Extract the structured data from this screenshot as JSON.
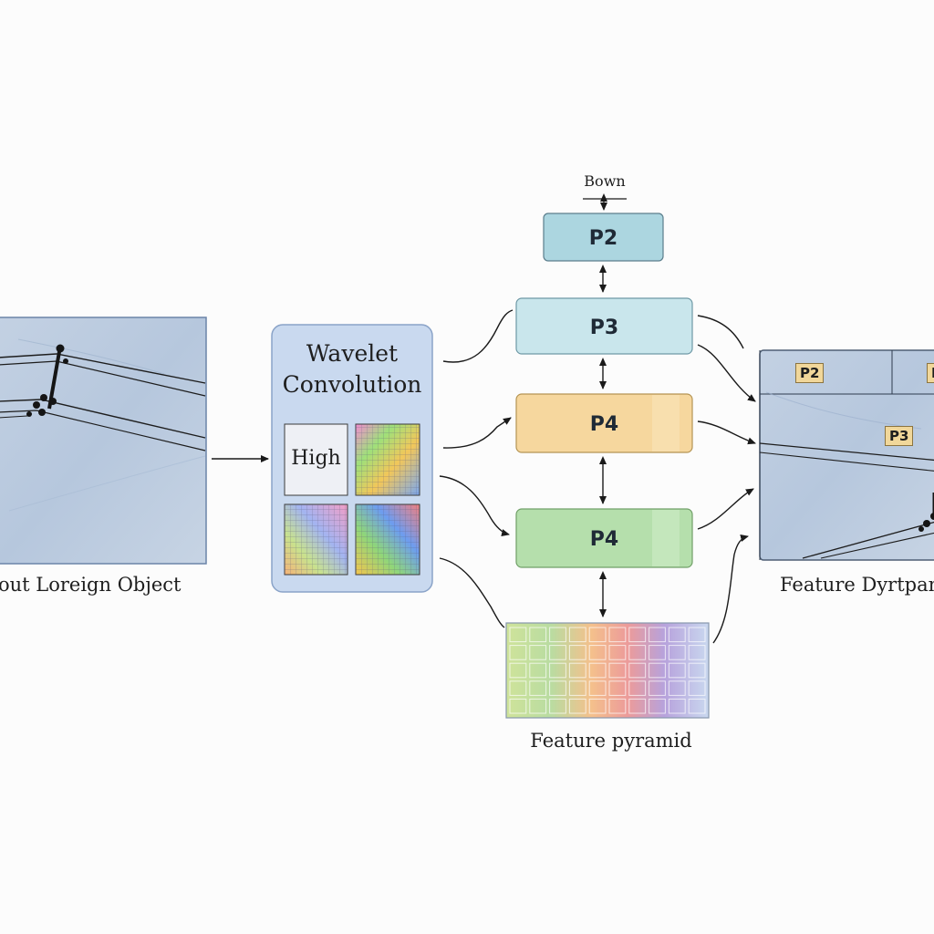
{
  "input": {
    "caption": "out Loreign Object"
  },
  "wavelet": {
    "title_line1": "Wavelet",
    "title_line2": "Convolution",
    "high_label": "High"
  },
  "top": {
    "label": "Bown"
  },
  "levels": [
    {
      "id": "p2",
      "label": "P2",
      "color": "#acd6e0"
    },
    {
      "id": "p3",
      "label": "P3",
      "color": "#c9e6ec"
    },
    {
      "id": "p4a",
      "label": "P4",
      "color": "#f6d79e"
    },
    {
      "id": "p4b",
      "label": "P4",
      "color": "#b5dfac"
    }
  ],
  "pyramid": {
    "caption": "Feature pyramid",
    "rows": 5,
    "cols": 10
  },
  "output": {
    "caption": "Feature Dyrtpan",
    "tags": [
      "P2",
      "P3",
      "P"
    ]
  }
}
